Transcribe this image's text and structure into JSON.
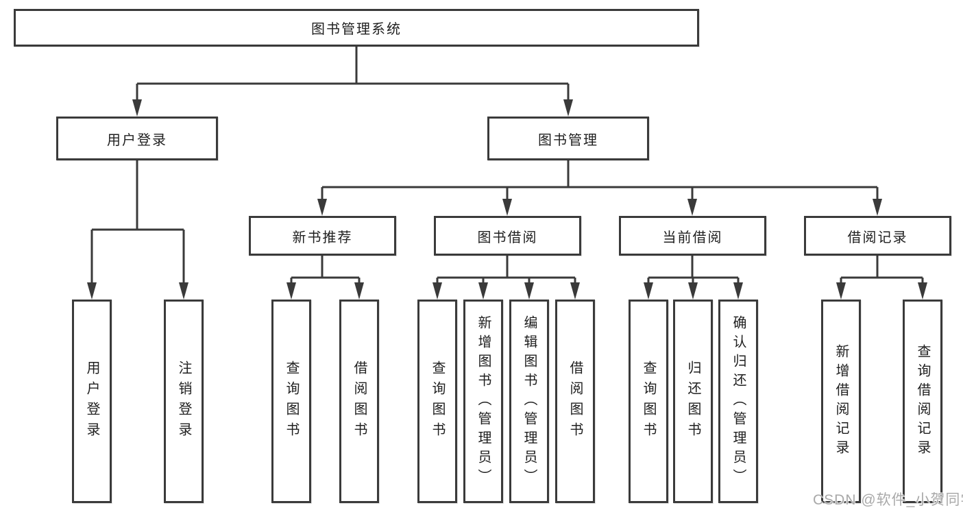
{
  "diagram_type": "functional-structure-tree",
  "colors": {
    "line": "#3a3a3a",
    "box_border": "#3a3a3a",
    "box_fill": "#ffffff",
    "text": "#1f1f1f",
    "watermark": "#a9a9a9",
    "background": "#ffffff"
  },
  "tree": {
    "label": "图书管理系统",
    "children": [
      {
        "label": "用户登录",
        "children": [
          {
            "label": "用户登录"
          },
          {
            "label": "注销登录"
          }
        ]
      },
      {
        "label": "图书管理",
        "children": [
          {
            "label": "新书推荐",
            "children": [
              {
                "label": "查询图书"
              },
              {
                "label": "借阅图书"
              }
            ]
          },
          {
            "label": "图书借阅",
            "children": [
              {
                "label": "查询图书"
              },
              {
                "label": "新增图书（管理员）"
              },
              {
                "label": "编辑图书（管理员）"
              },
              {
                "label": "借阅图书"
              }
            ]
          },
          {
            "label": "当前借阅",
            "children": [
              {
                "label": "查询图书"
              },
              {
                "label": "归还图书"
              },
              {
                "label": "确认归还（管理员）"
              }
            ]
          },
          {
            "label": "借阅记录",
            "children": [
              {
                "label": "新增借阅记录"
              },
              {
                "label": "查询借阅记录"
              }
            ]
          }
        ]
      }
    ]
  },
  "watermark": {
    "text": "CSDN @软件_小贺同学"
  }
}
